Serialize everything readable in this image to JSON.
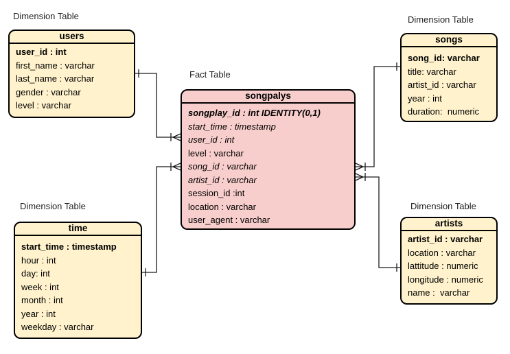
{
  "colors": {
    "dimension_fill": "#FFF2CC",
    "fact_fill": "#F8CECC",
    "border": "#000000",
    "connector": "#1a1a1a"
  },
  "tables": {
    "users": {
      "label": "Dimension Table",
      "title": "users",
      "fields": [
        {
          "text": "user_id : int"
        },
        {
          "text": "first_name : varchar"
        },
        {
          "text": "last_name : varchar"
        },
        {
          "text": "gender : varchar"
        },
        {
          "text": "level : varchar"
        }
      ]
    },
    "songpalys": {
      "label": "Fact Table",
      "title": "songpalys",
      "fields": [
        {
          "text": "songplay_id : int IDENTITY(0,1)"
        },
        {
          "text": "start_time : timestamp"
        },
        {
          "text": "user_id : int"
        },
        {
          "text": "level : varchar"
        },
        {
          "text": "song_id : varchar"
        },
        {
          "text": "artist_id : varchar"
        },
        {
          "text": "session_id :int"
        },
        {
          "text": "location : varchar"
        },
        {
          "text": "user_agent : varchar"
        }
      ]
    },
    "songs": {
      "label": "Dimension Table",
      "title": "songs",
      "fields": [
        {
          "text": "song_id: varchar"
        },
        {
          "text": "title: varchar"
        },
        {
          "text": "artist_id : varchar"
        },
        {
          "text": "year : int"
        },
        {
          "text": "duration:  numeric"
        }
      ]
    },
    "time": {
      "label": "Dimension Table",
      "title": "time",
      "fields": [
        {
          "text": "start_time : timestamp"
        },
        {
          "text": "hour : int"
        },
        {
          "text": "day: int"
        },
        {
          "text": "week : int"
        },
        {
          "text": "month : int"
        },
        {
          "text": "year : int"
        },
        {
          "text": "weekday : varchar"
        }
      ]
    },
    "artists": {
      "label": "Dimension Table",
      "title": "artists",
      "fields": [
        {
          "text": "artist_id : varchar"
        },
        {
          "text": "location : varchar"
        },
        {
          "text": "lattitude : numeric"
        },
        {
          "text": "longitude : numeric"
        },
        {
          "text": "name :  varchar"
        }
      ]
    }
  },
  "relationships": [
    {
      "from": "users",
      "to": "songpalys",
      "from_cardinality": "one",
      "to_cardinality": "many"
    },
    {
      "from": "time",
      "to": "songpalys",
      "from_cardinality": "one",
      "to_cardinality": "many"
    },
    {
      "from": "songs",
      "to": "songpalys",
      "from_cardinality": "one",
      "to_cardinality": "many"
    },
    {
      "from": "artists",
      "to": "songpalys",
      "from_cardinality": "one",
      "to_cardinality": "many"
    }
  ]
}
